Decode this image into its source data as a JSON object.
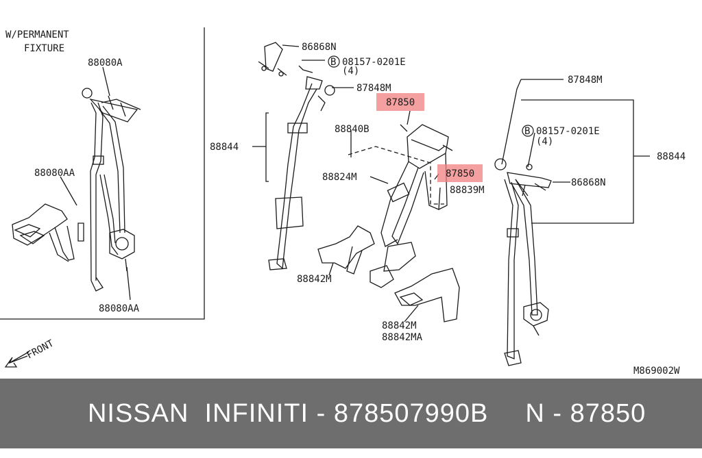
{
  "diagram": {
    "inset_title_line1": "W/PERMANENT",
    "inset_title_line2": "FIXTURE",
    "labels": {
      "inset_88080A": "88080A",
      "inset_88080AA_upper": "88080AA",
      "inset_88080AA_lower": "88080AA",
      "mid_86868N": "86868N",
      "mid_bolt_ref": "08157-0201E",
      "mid_bolt_qty": "(4)",
      "mid_87848M": "87848M",
      "mid_87850_upper": "87850",
      "mid_88840B": "88840B",
      "mid_88844": "88844",
      "mid_88824M": "88824M",
      "mid_87850_lower": "87850",
      "mid_88839M": "88839M",
      "mid_88842M": "88842M",
      "bottom_88842M": "88842M",
      "bottom_88842MA": "88842MA",
      "right_87848M": "87848M",
      "right_bolt_ref": "08157-0201E",
      "right_bolt_qty": "(4)",
      "right_88844": "88844",
      "right_86868N": "86868N",
      "front": "FRONT",
      "diagram_code": "M869002W",
      "circled_b_mid": "B",
      "circled_b_right": "B"
    },
    "highlight_color": "#f08080"
  },
  "footer": {
    "left": "NISSAN  INFINITI - 878507990B",
    "right": "N - 87850",
    "background": "#6e6e6e"
  }
}
